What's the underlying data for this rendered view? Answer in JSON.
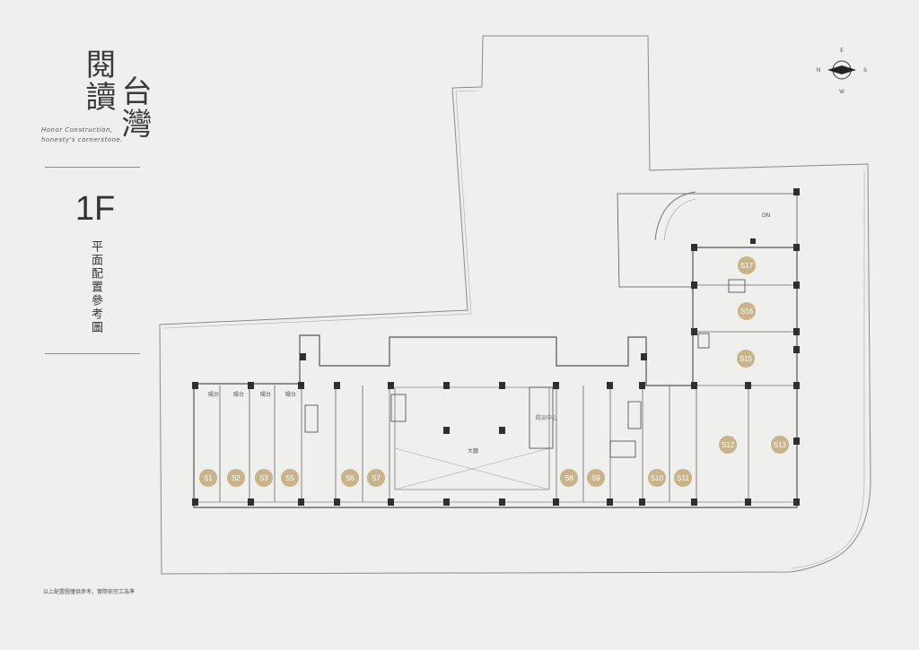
{
  "brand": {
    "line1": "閱讀",
    "line2": "台灣",
    "tagline_1": "Honor Construction,",
    "tagline_2": "honesty's cornerstone."
  },
  "floor": "1F",
  "plan_title": "平面配置參考圖",
  "footnote": "以上配置圖僅供參考，實際依完工為準",
  "compass": {
    "n": "N",
    "s": "S",
    "e": "E",
    "w": "W"
  },
  "rooms": {
    "lobby": "大廳",
    "disaster_center": "防災中心",
    "balcony": "陽台",
    "dn": "DN"
  },
  "units": [
    "S1",
    "S2",
    "S3",
    "S5",
    "S6",
    "S7",
    "S8",
    "S9",
    "S10",
    "S11",
    "S12",
    "S13",
    "S15",
    "S16",
    "S17"
  ],
  "colors": {
    "unit_badge": "#c9b48a",
    "wall": "#2f2f2f",
    "line": "#777777"
  }
}
